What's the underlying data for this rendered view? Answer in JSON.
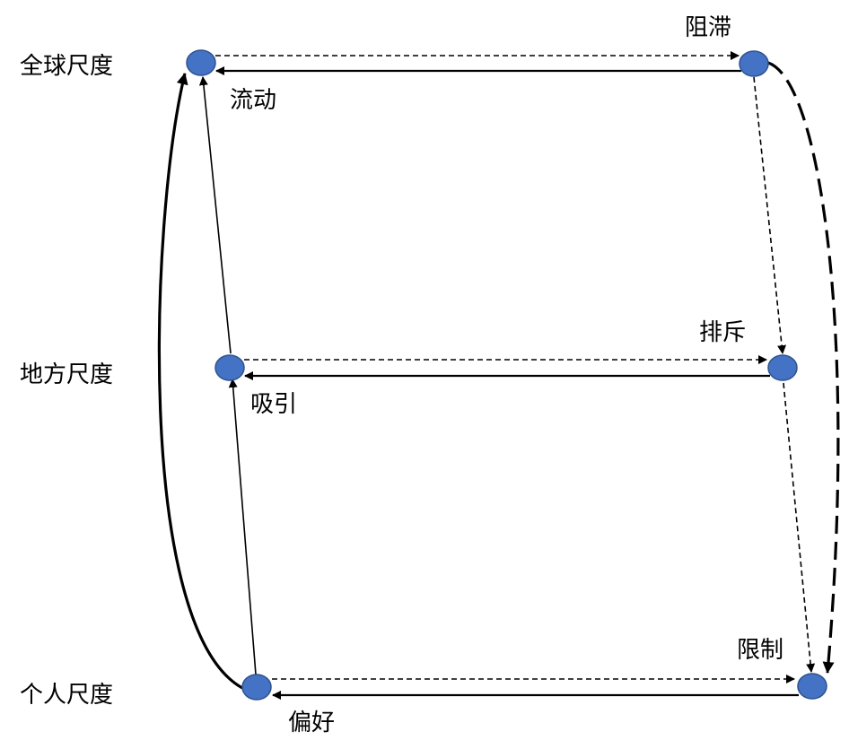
{
  "scale_labels": {
    "global": "全球尺度",
    "local": "地方尺度",
    "individual": "个人尺度"
  },
  "edge_labels": {
    "global_flow": "流动",
    "global_obstruct": "阻滞",
    "local_attract": "吸引",
    "local_repel": "排斥",
    "individual_preference": "偏好",
    "individual_constraint": "限制"
  },
  "colors": {
    "node_fill": "#4472C4",
    "node_stroke": "#2F528F",
    "line": "#000000"
  }
}
